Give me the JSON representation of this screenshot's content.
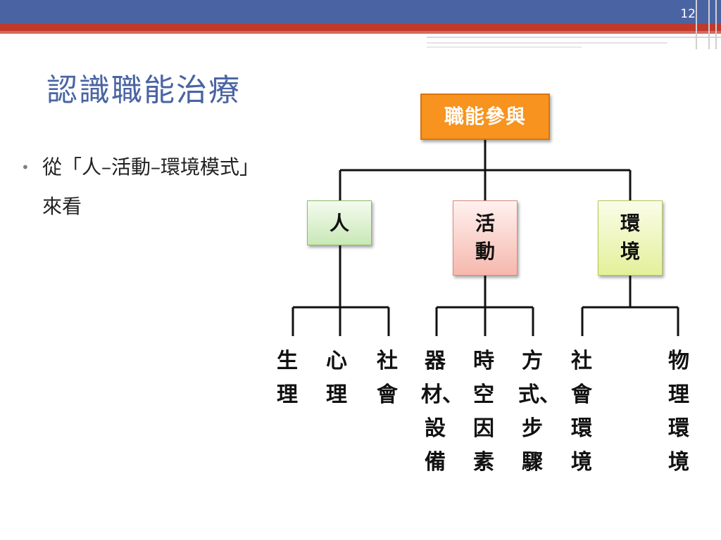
{
  "slide": {
    "page_number": "12",
    "title": "認識職能治療",
    "bullet": "從「人–活動–環境模式」來看"
  },
  "diagram": {
    "root": "職能參與",
    "branches": [
      {
        "label": "人",
        "children": [
          "生理",
          "心理",
          "社會"
        ]
      },
      {
        "label": "活動",
        "children": [
          "器材、設備",
          "時空因素",
          "方式、步驟"
        ]
      },
      {
        "label": "環境",
        "children": [
          "社會環境",
          "物理環境"
        ]
      }
    ]
  }
}
